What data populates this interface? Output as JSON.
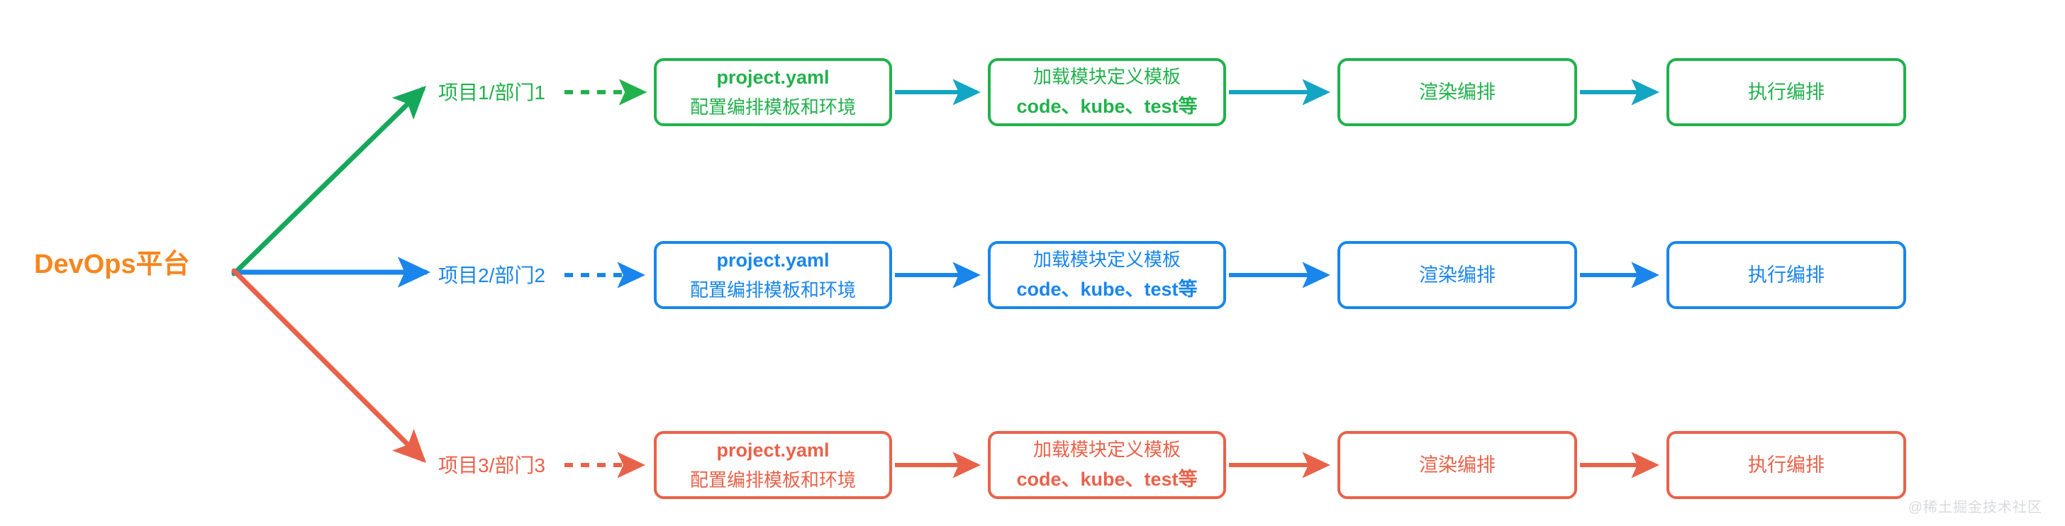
{
  "diagram": {
    "title_node": "DevOps平台",
    "watermark": "@稀土掘金技术社区",
    "colors": {
      "root": "#F5861F",
      "green": "#22B14C",
      "green_arrow": "#16A85A",
      "teal_arrow": "#13A5C4",
      "blue": "#1A85EB",
      "red": "#E8624A",
      "watermark": "#D8DADD",
      "background": "#FFFFFF"
    },
    "branches": [
      {
        "key": "branch-1",
        "label": "项目1/部门1",
        "color": "#22B14C",
        "link_color": "#13A5C4",
        "steps": [
          {
            "line1": "project.yaml",
            "line2": "配置编排模板和环境",
            "bold_line": 1
          },
          {
            "line1": "加载模块定义模板",
            "line2": "code、kube、test等",
            "bold_line": 2
          },
          {
            "line1": "渲染编排",
            "line2": "",
            "bold_line": 0
          },
          {
            "line1": "执行编排",
            "line2": "",
            "bold_line": 0
          }
        ]
      },
      {
        "key": "branch-2",
        "label": "项目2/部门2",
        "color": "#1A85EB",
        "link_color": "#1A85EB",
        "steps": [
          {
            "line1": "project.yaml",
            "line2": "配置编排模板和环境",
            "bold_line": 1
          },
          {
            "line1": "加载模块定义模板",
            "line2": "code、kube、test等",
            "bold_line": 2
          },
          {
            "line1": "渲染编排",
            "line2": "",
            "bold_line": 0
          },
          {
            "line1": "执行编排",
            "line2": "",
            "bold_line": 0
          }
        ]
      },
      {
        "key": "branch-3",
        "label": "项目3/部门3",
        "color": "#E8624A",
        "link_color": "#E8624A",
        "steps": [
          {
            "line1": "project.yaml",
            "line2": "配置编排模板和环境",
            "bold_line": 1
          },
          {
            "line1": "加载模块定义模板",
            "line2": "code、kube、test等",
            "bold_line": 2
          },
          {
            "line1": "渲染编排",
            "line2": "",
            "bold_line": 0
          },
          {
            "line1": "执行编排",
            "line2": "",
            "bold_line": 0
          }
        ]
      }
    ]
  }
}
